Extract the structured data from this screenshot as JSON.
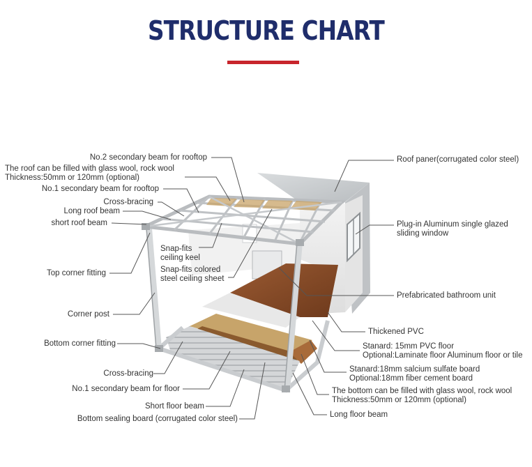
{
  "title": "STRUCTURE CHART",
  "colors": {
    "title": "#1f2d6b",
    "accent": "#c8252c"
  },
  "labels_left": {
    "no2_secondary_beam_rooftop": "No.2 secondary beam for rooftop",
    "roof_fill_line1": "The roof can be filled with glass wool, rock wool",
    "roof_fill_line2": "Thickness:50mm or 120mm (optional)",
    "no1_secondary_beam_rooftop": "No.1 secondary beam for rooftop",
    "cross_bracing_top": "Cross-bracing",
    "long_roof_beam": "Long roof beam",
    "short_roof_beam": "short roof beam",
    "snapfits_keel_line1": "Snap-fits",
    "snapfits_keel_line2": "ceiling keel",
    "snapfits_sheet_line1": "Snap-fits colored",
    "snapfits_sheet_line2": "steel ceiling sheet",
    "top_corner_fitting": "Top corner fitting",
    "corner_post": "Corner post",
    "bottom_corner_fitting": "Bottom corner fitting",
    "cross_bracing_bottom": "Cross-bracing",
    "no1_secondary_beam_floor": "No.1 secondary beam for floor",
    "short_floor_beam": "Short floor beam",
    "bottom_sealing_board": "Bottom sealing board (corrugated color steel)"
  },
  "labels_right": {
    "roof_panel": "Roof paner(corrugated color steel)",
    "window_line1": "Plug-in Aluminum single glazed",
    "window_line2": "sliding window",
    "bathroom_unit": "Prefabricated bathroom unit",
    "thickened_pvc": "Thickened PVC",
    "standard_pvc_line1": "Stanard: 15mm PVC floor",
    "standard_pvc_line2": "Optional:Laminate floor Aluminum floor or tile",
    "standard_board_line1": "Stanard:18mm salcium sulfate board",
    "standard_board_line2": "Optional:18mm fiber cement board",
    "bottom_fill_line1": "The bottom can be filled with glass wool, rock wool",
    "bottom_fill_line2": "Thickness:50mm or 120mm (optional)",
    "long_floor_beam": "Long floor beam"
  }
}
